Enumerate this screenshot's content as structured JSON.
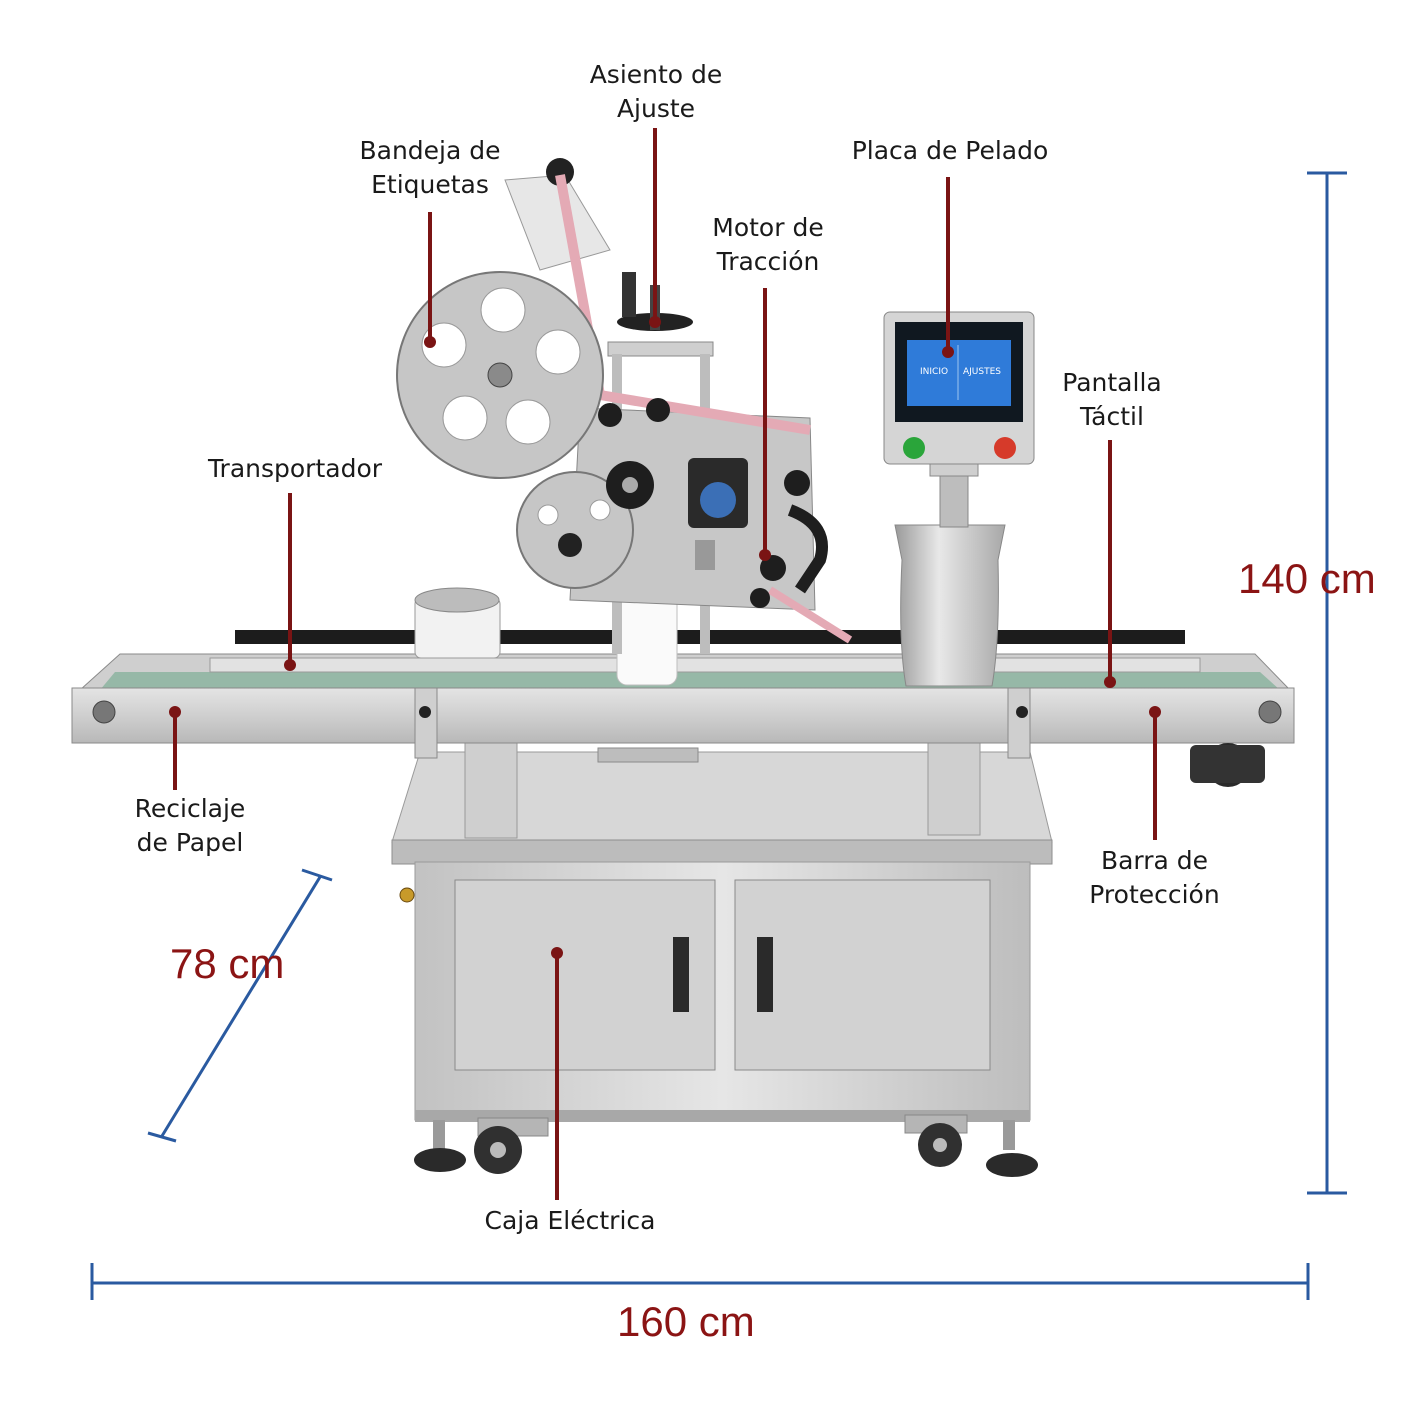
{
  "labels": {
    "asiento": [
      "Asiento de",
      "Ajuste"
    ],
    "bandeja": [
      "Bandeja de",
      "Etiquetas"
    ],
    "placa": [
      "Placa de Pelado"
    ],
    "motor": [
      "Motor de",
      "Tracción"
    ],
    "pantalla": [
      "Pantalla",
      "Táctil"
    ],
    "transportador": [
      "Transportador"
    ],
    "reciclaje": [
      "Reciclaje",
      "de Papel"
    ],
    "barra": [
      "Barra de",
      "Protección"
    ],
    "caja": [
      "Caja Eléctrica"
    ]
  },
  "dimensions": {
    "height": "140 cm",
    "depth": "78 cm",
    "width": "160 cm"
  },
  "screen": {
    "inicio": "INICIO",
    "ajustes": "AJUSTES"
  },
  "colors": {
    "leader": "#7a1414",
    "dimension_line": "#2a5aa0",
    "dimension_text": "#8b1414"
  }
}
